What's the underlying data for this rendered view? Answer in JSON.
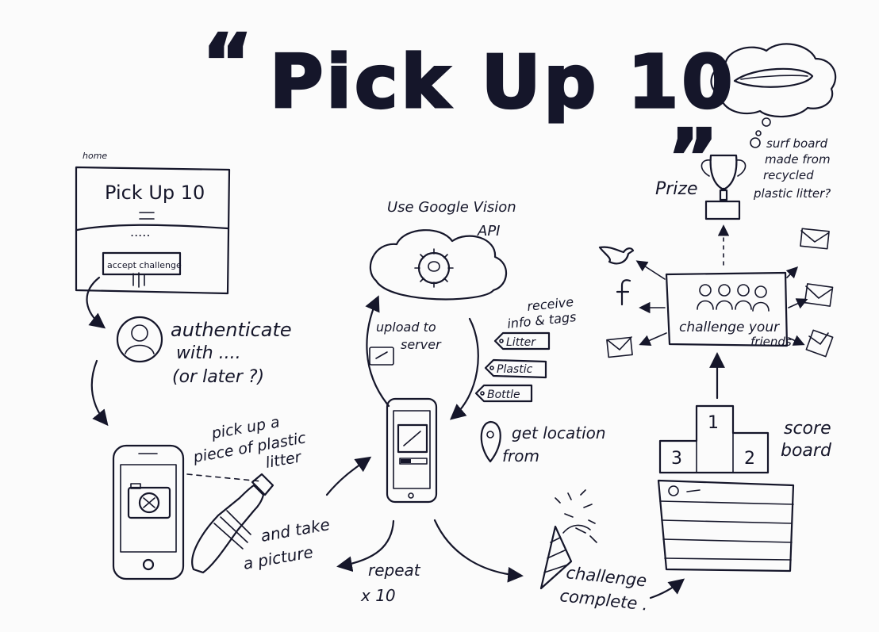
{
  "title": {
    "quote_open": "“",
    "text": "Pick Up 10",
    "quote_close": "”"
  },
  "home": {
    "label": "home",
    "screen_title": "Pick Up 10",
    "screen_dots": ".....",
    "button_label": "accept challenge"
  },
  "authenticate": {
    "line1": "authenticate",
    "line2": "with ....",
    "line3": "(or later ?)"
  },
  "pickup": {
    "line1": "pick up a",
    "line2": "piece of plastic",
    "line3": "litter",
    "take1": "and take",
    "take2": "a picture"
  },
  "vision": {
    "line1": "Use Google Vision",
    "line2": "API"
  },
  "upload": {
    "line1": "upload to",
    "line2": "server"
  },
  "receive": {
    "line1": "receive",
    "line2": "info & tags",
    "tags": [
      "Litter",
      "Plastic",
      "Bottle"
    ]
  },
  "location": {
    "line1": "get location",
    "line2": "from"
  },
  "repeat": {
    "line1": "repeat",
    "line2": "x 10"
  },
  "complete": {
    "line1": "challenge",
    "line2": "complete ."
  },
  "challenge_friends": {
    "line1": "challenge your",
    "line2": "friends"
  },
  "prize": {
    "label": "Prize",
    "note1": "surf board",
    "note2": "made from",
    "note3": "recycled",
    "note4": "plastic litter?"
  },
  "scoreboard": {
    "line1": "score",
    "line2": "board",
    "podium": [
      "1",
      "2",
      "3"
    ]
  }
}
